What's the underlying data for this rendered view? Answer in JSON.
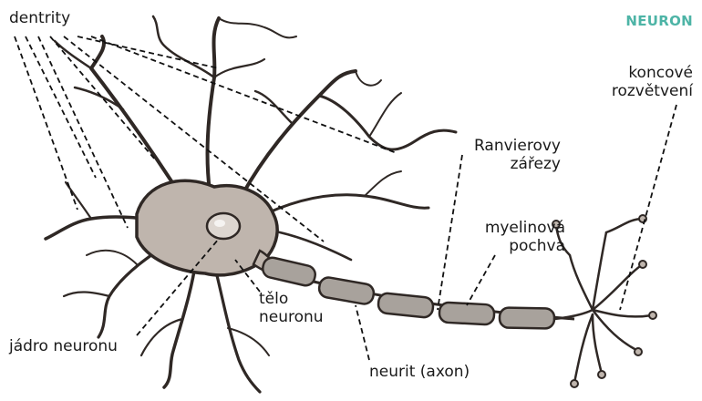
{
  "title": "NEURON",
  "labels": {
    "dendrites": "dentrity",
    "terminals_line1": "koncové",
    "terminals_line2": "rozvětvení",
    "ranvier_line1": "Ranvierovy",
    "ranvier_line2": "zářezy",
    "myelin_line1": "myelinová",
    "myelin_line2": "pochva",
    "soma_line1": "tělo",
    "soma_line2": "neuronu",
    "nucleus": "jádro neuronu",
    "axon": "neurit (axon)"
  },
  "colors": {
    "title": "#4db4a6",
    "cell_fill": "#bfb5ad",
    "cell_outline": "#2f2825",
    "nucleus_fill": "#ddd6d0",
    "myelin_fill": "#a8a29c"
  }
}
